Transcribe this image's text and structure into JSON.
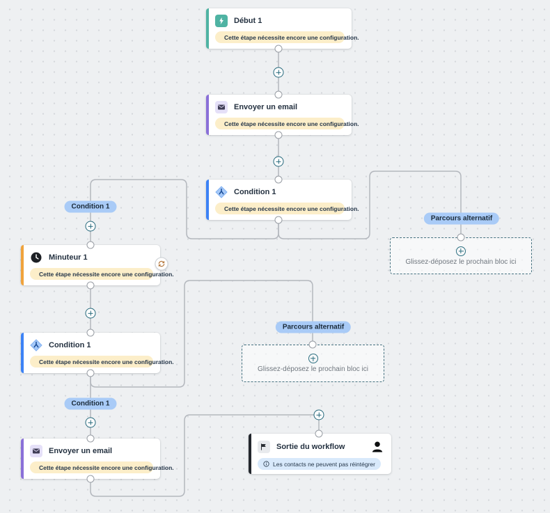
{
  "nodes": [
    {
      "title": "Début 1",
      "warning": "Cette étape nécessite encore une configuration."
    },
    {
      "title": "Envoyer un email",
      "warning": "Cette étape nécessite encore une configuration."
    },
    {
      "title": "Condition 1",
      "warning": "Cette étape nécessite encore une configuration."
    },
    {
      "title": "Minuteur 1",
      "warning": "Cette étape nécessite encore une configuration."
    },
    {
      "title": "Condition 1",
      "warning": "Cette étape nécessite encore une configuration."
    },
    {
      "title": "Envoyer un email",
      "warning": "Cette étape nécessite encore une configuration."
    }
  ],
  "exit_node": {
    "title": "Sortie du workflow",
    "badge": "Les contacts ne peuvent pas réintégrer"
  },
  "branch_pills": [
    {
      "label": "Condition 1"
    },
    {
      "label": "Parcours alternatif"
    },
    {
      "label": "Parcours alternatif"
    },
    {
      "label": "Condition 1"
    }
  ],
  "dropzones": [
    {
      "hint": "Glissez-déposez le prochain bloc ici"
    },
    {
      "hint": "Glissez-déposez le prochain bloc ici"
    }
  ],
  "colors": {
    "start_accent": "#4fb3a3",
    "email_accent": "#8a70d8",
    "condition_accent": "#3c82f6",
    "timer_accent": "#f0a33c",
    "exit_accent": "#23272d",
    "pill_bg": "#a9cbf7",
    "warning_bg": "#fceec9",
    "info_badge_bg": "#d8e9fb",
    "edge": "#b3b7bd",
    "plus_accent": "#23677a",
    "dropzone_border": "#44707f"
  }
}
